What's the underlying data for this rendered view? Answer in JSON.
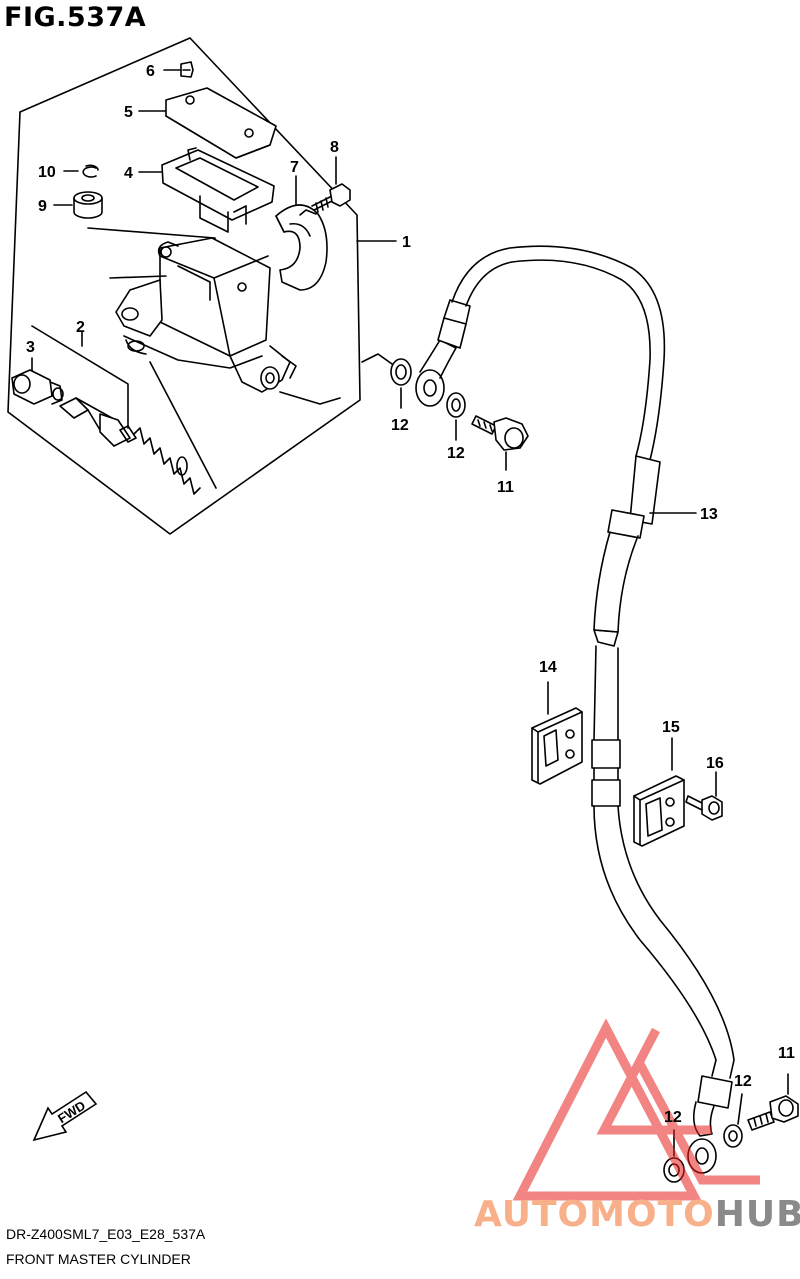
{
  "figure": {
    "title": "FIG.537A",
    "model_code": "DR-Z400SML7_E03_E28_537A",
    "name": "FRONT MASTER CYLINDER",
    "direction_label": "FWD"
  },
  "callouts": [
    {
      "id": "1",
      "label": "1"
    },
    {
      "id": "2",
      "label": "2"
    },
    {
      "id": "3",
      "label": "3"
    },
    {
      "id": "4",
      "label": "4"
    },
    {
      "id": "5",
      "label": "5"
    },
    {
      "id": "6",
      "label": "6"
    },
    {
      "id": "7",
      "label": "7"
    },
    {
      "id": "8",
      "label": "8"
    },
    {
      "id": "9",
      "label": "9"
    },
    {
      "id": "10",
      "label": "10"
    },
    {
      "id": "11a",
      "label": "11"
    },
    {
      "id": "11b",
      "label": "11"
    },
    {
      "id": "12a",
      "label": "12"
    },
    {
      "id": "12b",
      "label": "12"
    },
    {
      "id": "12c",
      "label": "12"
    },
    {
      "id": "12d",
      "label": "12"
    },
    {
      "id": "13",
      "label": "13"
    },
    {
      "id": "14",
      "label": "14"
    },
    {
      "id": "15",
      "label": "15"
    },
    {
      "id": "16",
      "label": "16"
    }
  ],
  "watermark": {
    "part1": "AUTOMOTO",
    "part2": "HUB",
    "color1": "#f7b08a",
    "color2": "#8a8a8a",
    "logo_color": "#e8201f"
  }
}
